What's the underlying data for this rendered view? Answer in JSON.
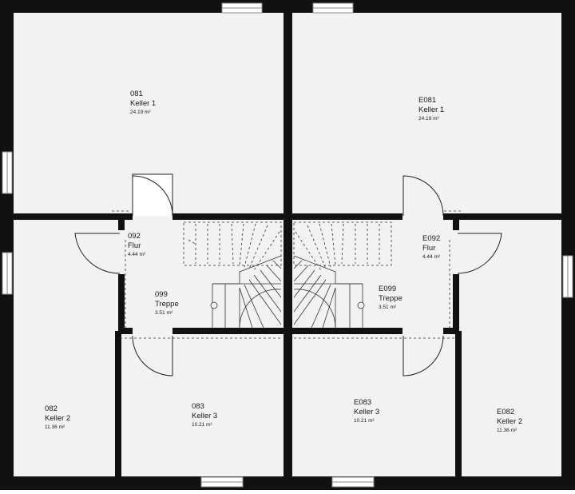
{
  "colors": {
    "wall": "#111111",
    "floor": "#f2f2f2",
    "background": "#ffffff",
    "window_frame": "#8a8a8a",
    "door_arc": "#222222",
    "dashed_line": "#333333"
  },
  "rooms": [
    {
      "id": "081",
      "name": "Keller 1",
      "area": "24.19 m²"
    },
    {
      "id": "E081",
      "name": "Keller 1",
      "area": "24.19 m²"
    },
    {
      "id": "092",
      "name": "Flur",
      "area": "4.44 m²"
    },
    {
      "id": "E092",
      "name": "Flur",
      "area": "4.44 m²"
    },
    {
      "id": "099",
      "name": "Treppe",
      "area": "3.51 m²"
    },
    {
      "id": "E099",
      "name": "Treppe",
      "area": "3.51 m²"
    },
    {
      "id": "082",
      "name": "Keller 2",
      "area": "11.36 m²"
    },
    {
      "id": "E082",
      "name": "Keller 2",
      "area": "11.36 m²"
    },
    {
      "id": "083",
      "name": "Keller 3",
      "area": "10.21 m²"
    },
    {
      "id": "E083",
      "name": "Keller 3",
      "area": "10.21 m²"
    }
  ]
}
